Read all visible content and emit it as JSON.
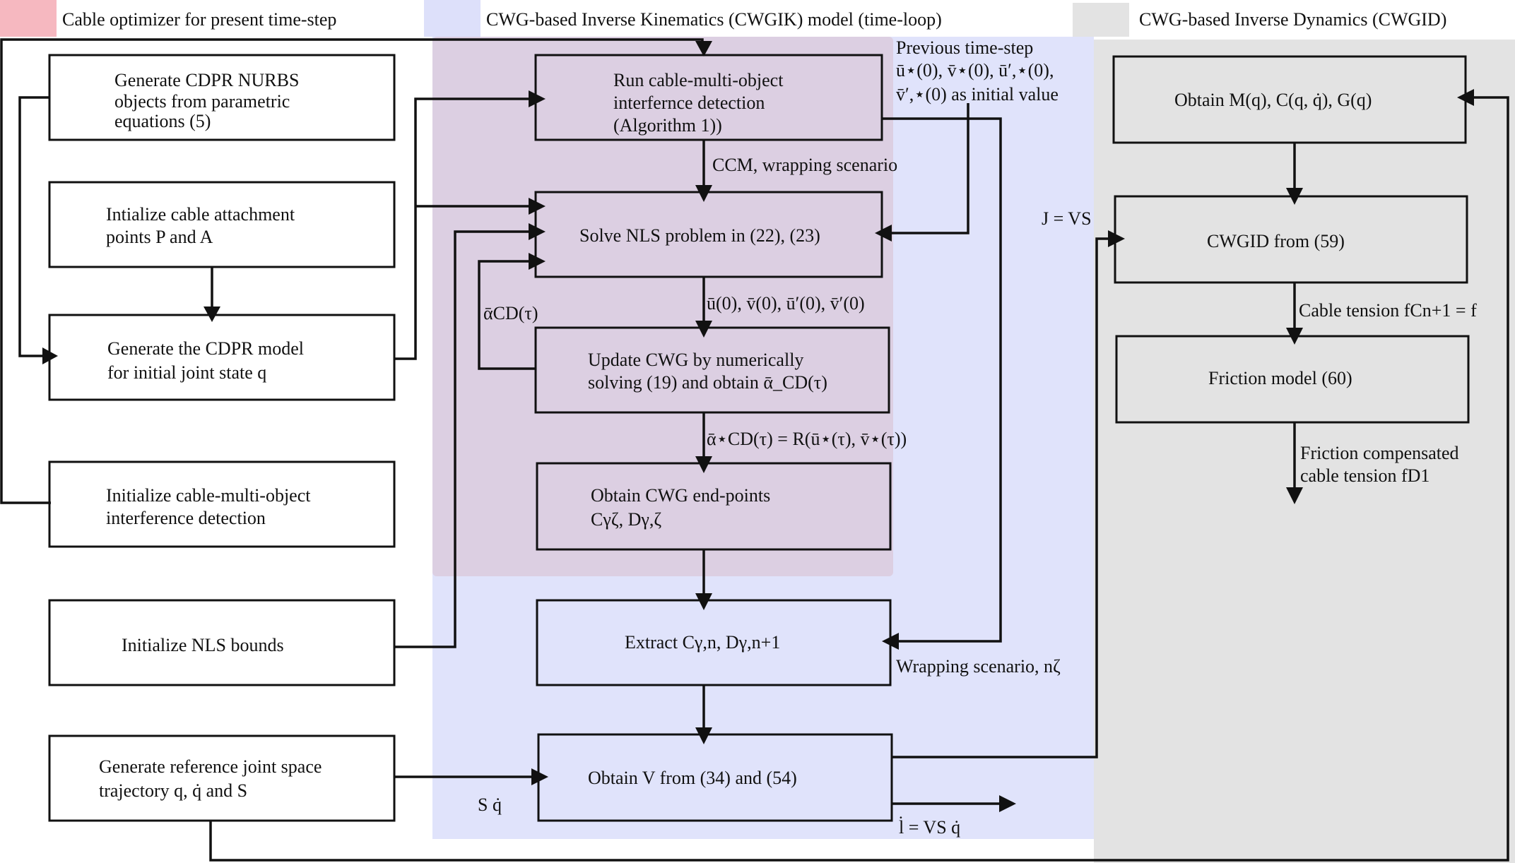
{
  "legend": [
    {
      "label": "Cable optimizer for present time-step",
      "color": "#f6b8c0"
    },
    {
      "label": "CWG-based Inverse Kinematics (CWGIK) model (time-loop)",
      "color": "#dde0fa"
    },
    {
      "label": "CWG-based Inverse Dynamics (CWGID)",
      "color": "#e3e3e3"
    }
  ],
  "colors": {
    "optimizer_region": "#dccfe2",
    "cwgik_region": "#e0e3fb",
    "cwgid_region": "#e3e3e3",
    "box_fill_white": "#ffffff"
  },
  "boxes": {
    "gen_nurbs": [
      "Generate CDPR NURBS",
      "objects from parametric",
      "equations (5)"
    ],
    "init_attach": [
      "Intialize cable attachment",
      "points P and A"
    ],
    "gen_model": [
      "Generate the CDPR model",
      "for initial joint state q"
    ],
    "init_interf": [
      "Initialize cable-multi-object",
      "interference detection"
    ],
    "init_nls": [
      "Initialize NLS bounds"
    ],
    "gen_traj": [
      "Generate reference joint space",
      "trajectory q, q̇ and S"
    ],
    "run_interf": [
      "Run cable-multi-object",
      "interfernce detection",
      "(Algorithm 1))"
    ],
    "solve_nls": [
      "Solve NLS problem in (22), (23)"
    ],
    "update_cwg": [
      "Update CWG by numerically",
      "solving (19) and obtain ᾱ_CD(τ)"
    ],
    "endpoints": [
      "Obtain CWG end-points",
      "Cγζ, Dγ,ζ"
    ],
    "extract": [
      "Extract Cγ,n, Dγ,n+1"
    ],
    "obtain_v": [
      "Obtain V from (34) and (54)"
    ],
    "obtain_mcg": [
      "Obtain M(q), C(q, q̇), G(q)"
    ],
    "cwgid": [
      "CWGID from (59)"
    ],
    "friction": [
      "Friction model (60)"
    ]
  },
  "labels": {
    "prev_step": [
      "Previous time-step",
      "ū⋆(0), v̄⋆(0), ū′,⋆(0),",
      "v̄′,⋆(0) as initial value"
    ],
    "ccm": "CCM, wrapping scenario",
    "uv0": "ū(0), v̄(0), ū′(0), v̄′(0)",
    "alpha_fb": "ᾱCD(τ)",
    "alpha_star": "ᾱ⋆CD(τ) = R(ū⋆(τ), v̄⋆(τ))",
    "wrap_n": "Wrapping scenario, nζ",
    "j_vs": "J = VS",
    "s_qdot": "S q̇",
    "l_dot": "l̇ = VS q̇",
    "cable_tension": "Cable tension fCn+1 = f",
    "friction_comp": [
      "Friction compensated",
      "cable tension fD1"
    ]
  }
}
